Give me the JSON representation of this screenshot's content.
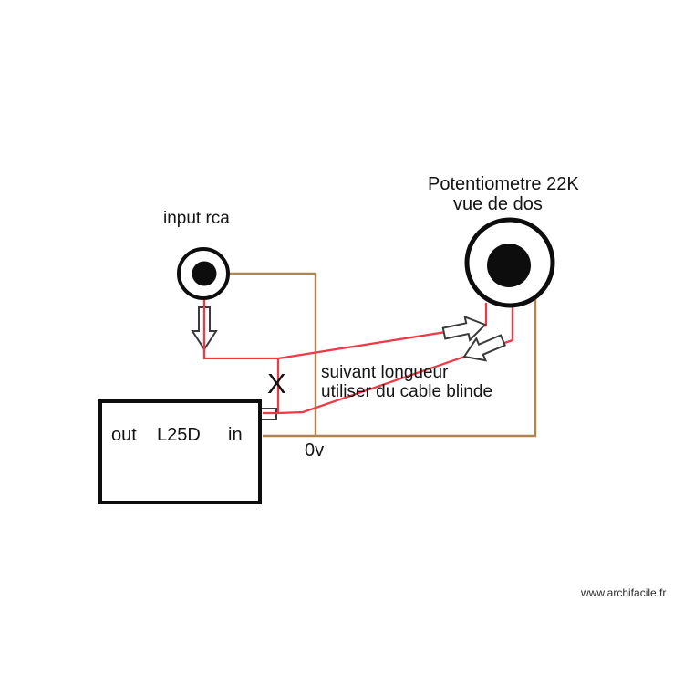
{
  "page": {
    "watermark": "www.archifacile.fr"
  },
  "diagram": {
    "input_label": "input rca",
    "potentiometer": {
      "title": "Potentiometre 22K",
      "subtitle": "vue de dos"
    },
    "amplifier": {
      "out_label": "out",
      "model_label": "L25D",
      "in_label": "in"
    },
    "note_line1": "suivant longueur",
    "note_line2": "utiliser du cable blinde",
    "ground_label": "0v",
    "cut_mark": "X",
    "colors": {
      "signal_wire": "#ee3a46",
      "ground_wire": "#b08550",
      "arrow_outline": "#3a3a3a",
      "component_outline": "#0d0d0d"
    }
  }
}
